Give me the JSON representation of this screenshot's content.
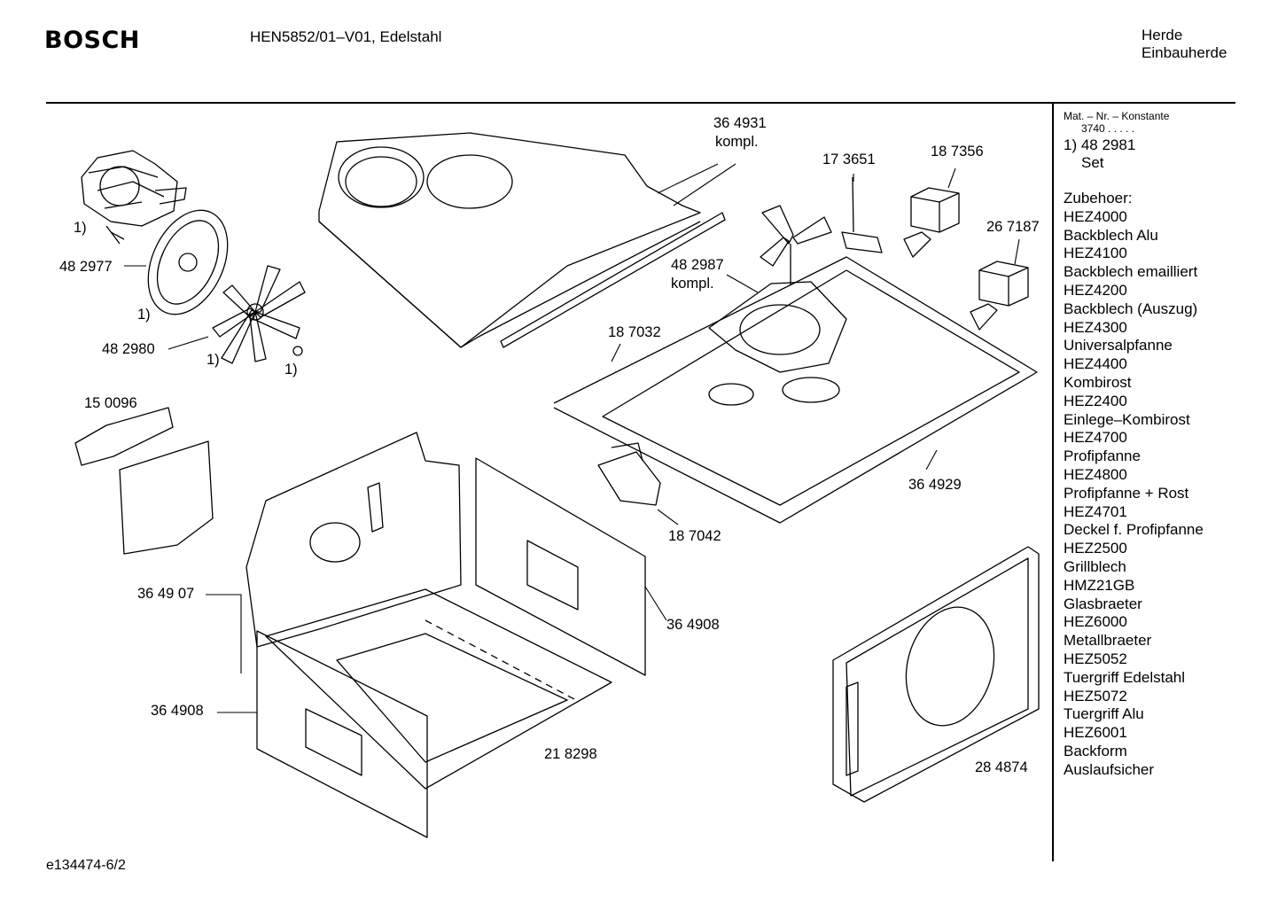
{
  "header": {
    "brand": "BOSCH",
    "model": "HEN5852/01–V01, Edelstahl",
    "category_line1": "Herde",
    "category_line2": "Einbauherde"
  },
  "footer": {
    "doc_id": "e134474-6/2"
  },
  "sidebar": {
    "mat_label": "Mat. – Nr. – Konstante",
    "konstante": "3740  .   .   .   .   .",
    "ref_number": "1) 48 2981",
    "ref_set": "Set",
    "accessories_title": "Zubehoer:",
    "accessories": [
      "HEZ4000",
      "Backblech Alu",
      "HEZ4100",
      "Backblech emailliert",
      "HEZ4200",
      "Backblech (Auszug)",
      "HEZ4300",
      "Universalpfanne",
      "HEZ4400",
      "Kombirost",
      "HEZ2400",
      "Einlege–Kombirost",
      "HEZ4700",
      "Profipfanne",
      "HEZ4800",
      "Profipfanne + Rost",
      "HEZ4701",
      "Deckel f. Profipfanne",
      "HEZ2500",
      "Grillblech",
      "HMZ21GB",
      "Glasbraeter",
      "HEZ6000",
      "Metallbraeter",
      "HEZ5052",
      "Tuergriff Edelstahl",
      "HEZ5072",
      "Tuergriff Alu",
      "HEZ6001",
      "Backform",
      "Auslaufsicher"
    ]
  },
  "part_labels": {
    "p364931": "36 4931",
    "p364931_note": "kompl.",
    "p173651": "17 3651",
    "p187356": "18 7356",
    "p267187": "26 7187",
    "p482987": "48 2987",
    "p482987_note": "kompl.",
    "p187032": "18 7032",
    "p364929": "36 4929",
    "p187042": "18 7042",
    "p482977": "48 2977",
    "p482980": "48 2980",
    "p150096": "15 0096",
    "p364907": "36 49 07",
    "p364908a": "36 4908",
    "p364908b": "36 4908",
    "p218298": "21 8298",
    "p284874": "28 4874",
    "note1": "1)"
  }
}
